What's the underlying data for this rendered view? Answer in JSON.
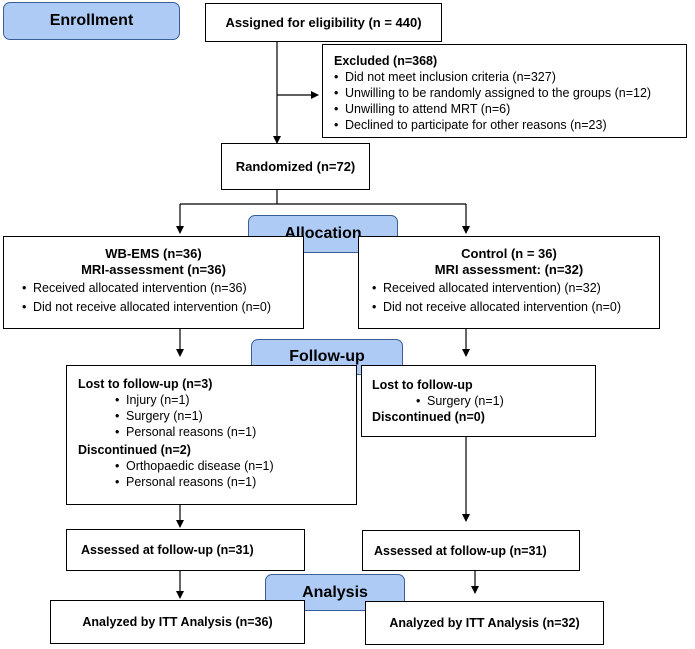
{
  "stages": {
    "enrollment": "Enrollment",
    "allocation": "Allocation",
    "followup": "Follow-up",
    "analysis": "Analysis"
  },
  "eligibility": "Assigned for eligibility (n = 440)",
  "excluded": {
    "title": "Excluded (n=368)",
    "items": [
      "Did not meet inclusion criteria (n=327)",
      "Unwilling to be randomly assigned to the groups (n=12)",
      "Unwilling to attend MRT (n=6)",
      "Declined to participate for other reasons (n=23)"
    ]
  },
  "randomized": "Randomized (n=72)",
  "left_alloc": {
    "title1": "WB-EMS (n=36)",
    "title2": "MRI-assessment (n=36)",
    "items": [
      "Received allocated intervention (n=36)",
      "Did not receive allocated intervention (n=0)"
    ]
  },
  "right_alloc": {
    "title1": "Control (n = 36)",
    "title2": "MRI assessment: (n=32)",
    "items": [
      "Received allocated intervention) (n=32)",
      "Did not receive allocated intervention (n=0)"
    ]
  },
  "left_followup": {
    "lost_title": "Lost to follow-up (n=3)",
    "lost_items": [
      "Injury (n=1)",
      "Surgery (n=1)",
      "Personal reasons (n=1)"
    ],
    "disc_title": "Discontinued (n=2)",
    "disc_items": [
      "Orthopaedic disease (n=1)",
      "Personal reasons (n=1)"
    ]
  },
  "right_followup": {
    "lost_title": "Lost to follow-up",
    "lost_items": [
      "Surgery (n=1)"
    ],
    "disc_title": "Discontinued (n=0)"
  },
  "left_assessed": "Assessed at follow-up (n=31)",
  "right_assessed": "Assessed at follow-up (n=31)",
  "left_analyzed": "Analyzed by ITT Analysis (n=36)",
  "right_analyzed": "Analyzed by ITT Analysis (n=32)"
}
